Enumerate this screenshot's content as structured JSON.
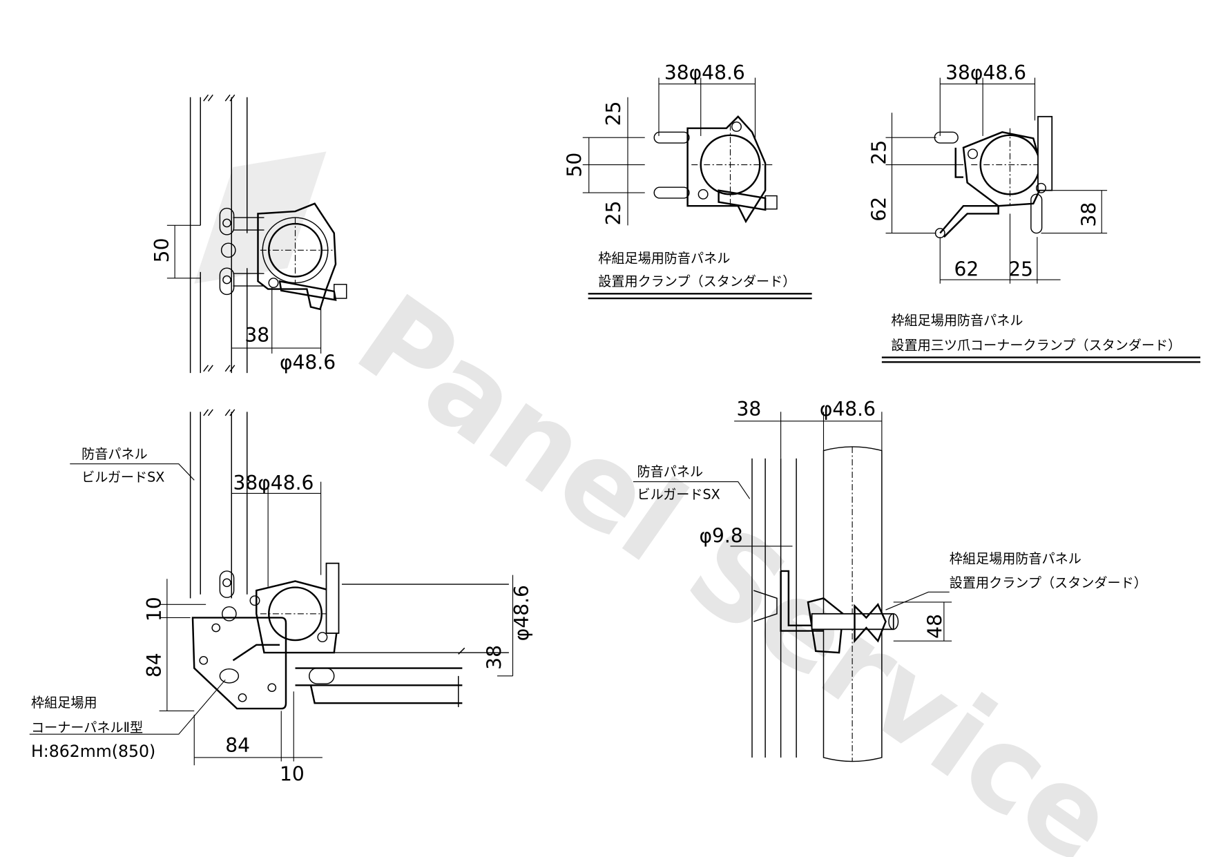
{
  "watermark": {
    "text": "Panel Service",
    "color": "#e6e6e6"
  },
  "views": {
    "top_left": {
      "dim_50": "50",
      "dim_38": "38",
      "dim_dia": "φ48.6"
    },
    "top_middle": {
      "dim_top": "38φ48.6",
      "dim_25a": "25",
      "dim_50": "50",
      "dim_25b": "25",
      "label_line1": "枠組足場用防音パネル",
      "label_line2": "設置用クランプ（スタンダード）"
    },
    "top_right": {
      "dim_top": "38φ48.6",
      "dim_25": "25",
      "dim_62v": "62",
      "dim_38": "38",
      "dim_62h": "62",
      "dim_25h": "25",
      "label_line1": "枠組足場用防音パネル",
      "label_line2": "設置用三ツ爪コーナークランプ（スタンダード）"
    },
    "bottom_left": {
      "panel_line1": "防音パネル",
      "panel_line2": "ビルガードSX",
      "dim_top": "38φ48.6",
      "dim_10v": "10",
      "dim_84v": "84",
      "dim_dia": "φ48.6",
      "dim_38": "38",
      "dim_84h": "84",
      "dim_10h": "10",
      "corner_line1": "枠組足場用",
      "corner_line2": "コーナーパネルⅡ型",
      "corner_line3": "H:862mm(850)"
    },
    "bottom_right": {
      "dim_38": "38",
      "dim_dia": "φ48.6",
      "panel_line1": "防音パネル",
      "panel_line2": "ビルガードSX",
      "dim_hole": "φ9.8",
      "clamp_line1": "枠組足場用防音パネル",
      "clamp_line2": "設置用クランプ（スタンダード）",
      "dim_48": "48"
    }
  }
}
